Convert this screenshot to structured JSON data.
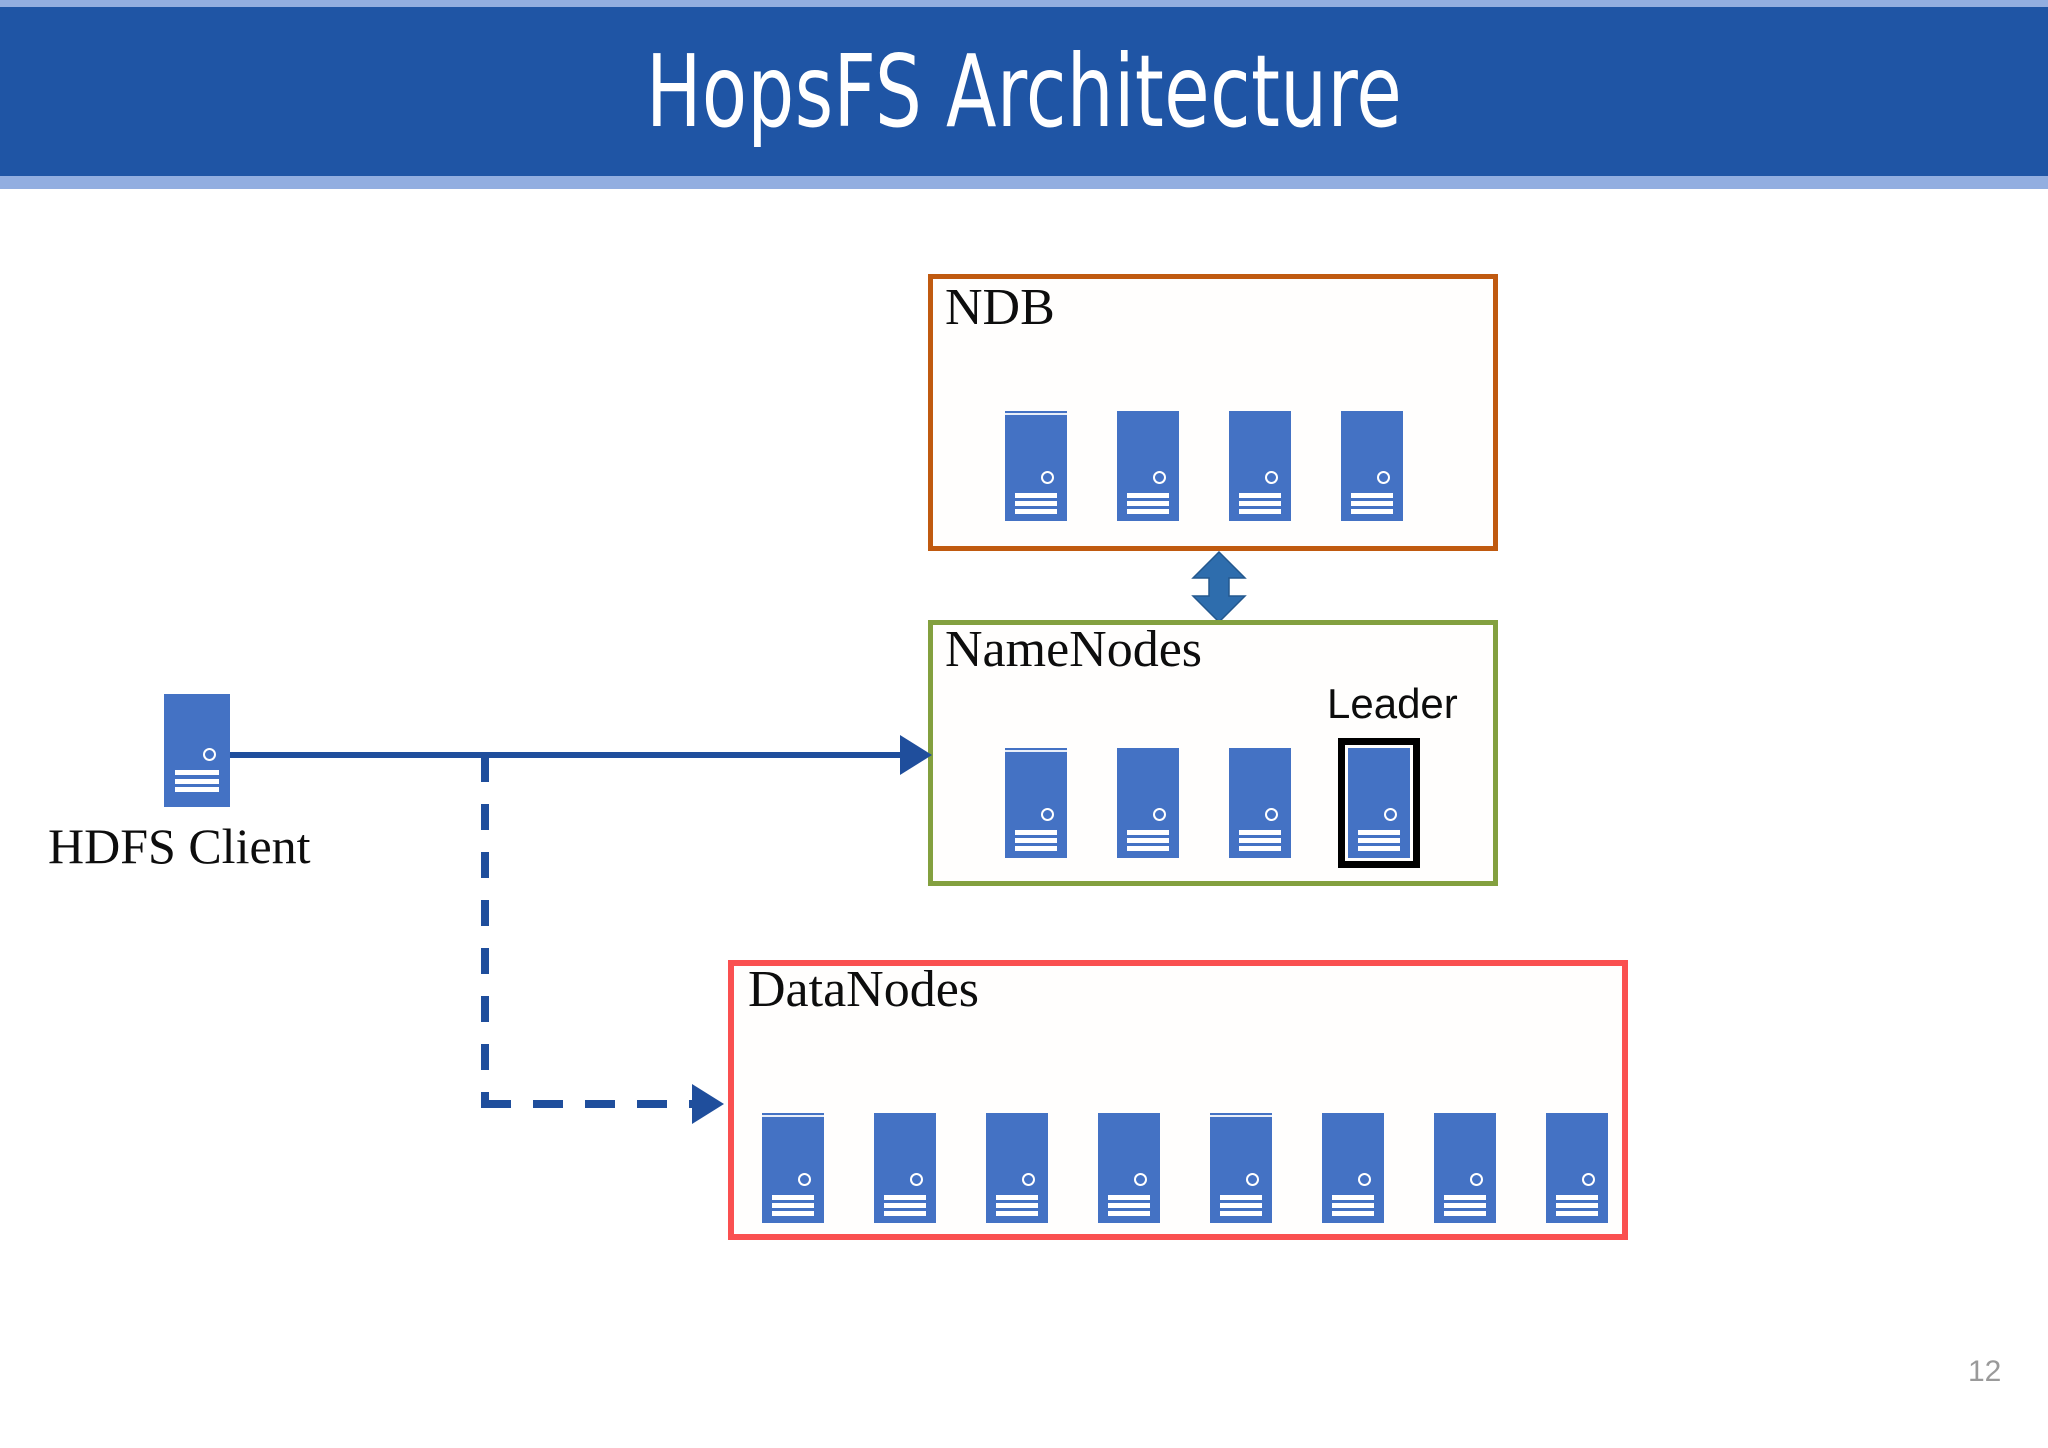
{
  "slide": {
    "title": "HopsFS Architecture",
    "page_number": "12",
    "banner_color": "#1f55a5",
    "banner_accent_color": "#92aee0"
  },
  "groups": {
    "ndb": {
      "label": "NDB",
      "border_color": "#c05a10",
      "node_count": 4,
      "nodes": [
        {
          "name": "ndb-node-1"
        },
        {
          "name": "ndb-node-2"
        },
        {
          "name": "ndb-node-3"
        },
        {
          "name": "ndb-node-4"
        }
      ]
    },
    "namenodes": {
      "label": "NameNodes",
      "border_color": "#83a03f",
      "leader_label": "Leader",
      "node_count": 4,
      "nodes": [
        {
          "name": "namenode-1",
          "leader": false
        },
        {
          "name": "namenode-2",
          "leader": false
        },
        {
          "name": "namenode-3",
          "leader": false
        },
        {
          "name": "namenode-leader",
          "leader": true
        }
      ]
    },
    "datanodes": {
      "label": "DataNodes",
      "border_color": "#fa5050",
      "node_count": 8,
      "nodes": [
        {
          "name": "datanode-1"
        },
        {
          "name": "datanode-2"
        },
        {
          "name": "datanode-3"
        },
        {
          "name": "datanode-4"
        },
        {
          "name": "datanode-5"
        },
        {
          "name": "datanode-6"
        },
        {
          "name": "datanode-7"
        },
        {
          "name": "datanode-8"
        }
      ]
    }
  },
  "client": {
    "label": "HDFS Client",
    "node_color": "#4472c4"
  },
  "connectors": {
    "client_to_namenodes": {
      "style": "solid",
      "color": "#1f4e9c",
      "direction": "one-way"
    },
    "client_to_datanodes": {
      "style": "dashed",
      "color": "#1f4e9c",
      "direction": "one-way"
    },
    "ndb_to_namenodes": {
      "style": "solid",
      "color": "#2e6dad",
      "direction": "bidirectional"
    }
  }
}
